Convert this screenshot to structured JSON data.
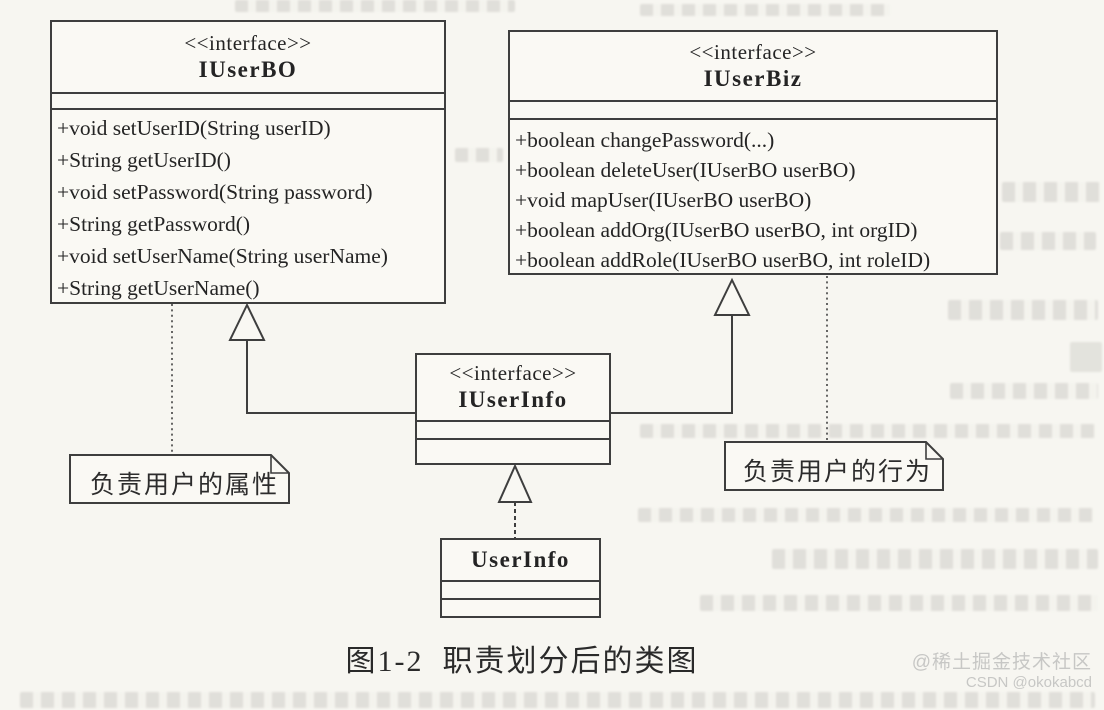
{
  "diagram": {
    "classes": [
      {
        "id": "IUserBO",
        "stereotype": "<<interface>>",
        "name": "IUserBO",
        "attributes": [],
        "methods": [
          "+void setUserID(String userID)",
          "+String getUserID()",
          "+void setPassword(String password)",
          "+String getPassword()",
          "+void setUserName(String userName)",
          "+String getUserName()"
        ]
      },
      {
        "id": "IUserBiz",
        "stereotype": "<<interface>>",
        "name": "IUserBiz",
        "attributes": [],
        "methods": [
          "+boolean changePassword(...)",
          "+boolean deleteUser(IUserBO userBO)",
          "+void mapUser(IUserBO userBO)",
          "+boolean addOrg(IUserBO userBO, int orgID)",
          "+boolean addRole(IUserBO userBO, int roleID)"
        ]
      },
      {
        "id": "IUserInfo",
        "stereotype": "<<interface>>",
        "name": "IUserInfo",
        "attributes": [],
        "methods": []
      },
      {
        "id": "UserInfo",
        "stereotype": "",
        "name": "UserInfo",
        "attributes": [],
        "methods": []
      }
    ],
    "relationships": [
      {
        "from": "IUserInfo",
        "to": "IUserBO",
        "type": "generalization"
      },
      {
        "from": "IUserInfo",
        "to": "IUserBiz",
        "type": "generalization"
      },
      {
        "from": "UserInfo",
        "to": "IUserInfo",
        "type": "realization"
      },
      {
        "from": "note-attributes",
        "to": "IUserBO",
        "type": "note-anchor"
      },
      {
        "from": "note-behavior",
        "to": "IUserBiz",
        "type": "note-anchor"
      }
    ],
    "notes": [
      {
        "id": "note-attributes",
        "text": "负责用户的属性"
      },
      {
        "id": "note-behavior",
        "text": "负责用户的行为"
      }
    ],
    "caption": "图1-2  职责划分后的类图"
  },
  "watermark": {
    "line1": "@稀土掘金技术社区",
    "line2": "CSDN @okokabcd"
  },
  "colors": {
    "paper": "#f7f6f1",
    "line": "#3e3e3e",
    "text": "#242424",
    "watermark": "#c7c7c5"
  }
}
